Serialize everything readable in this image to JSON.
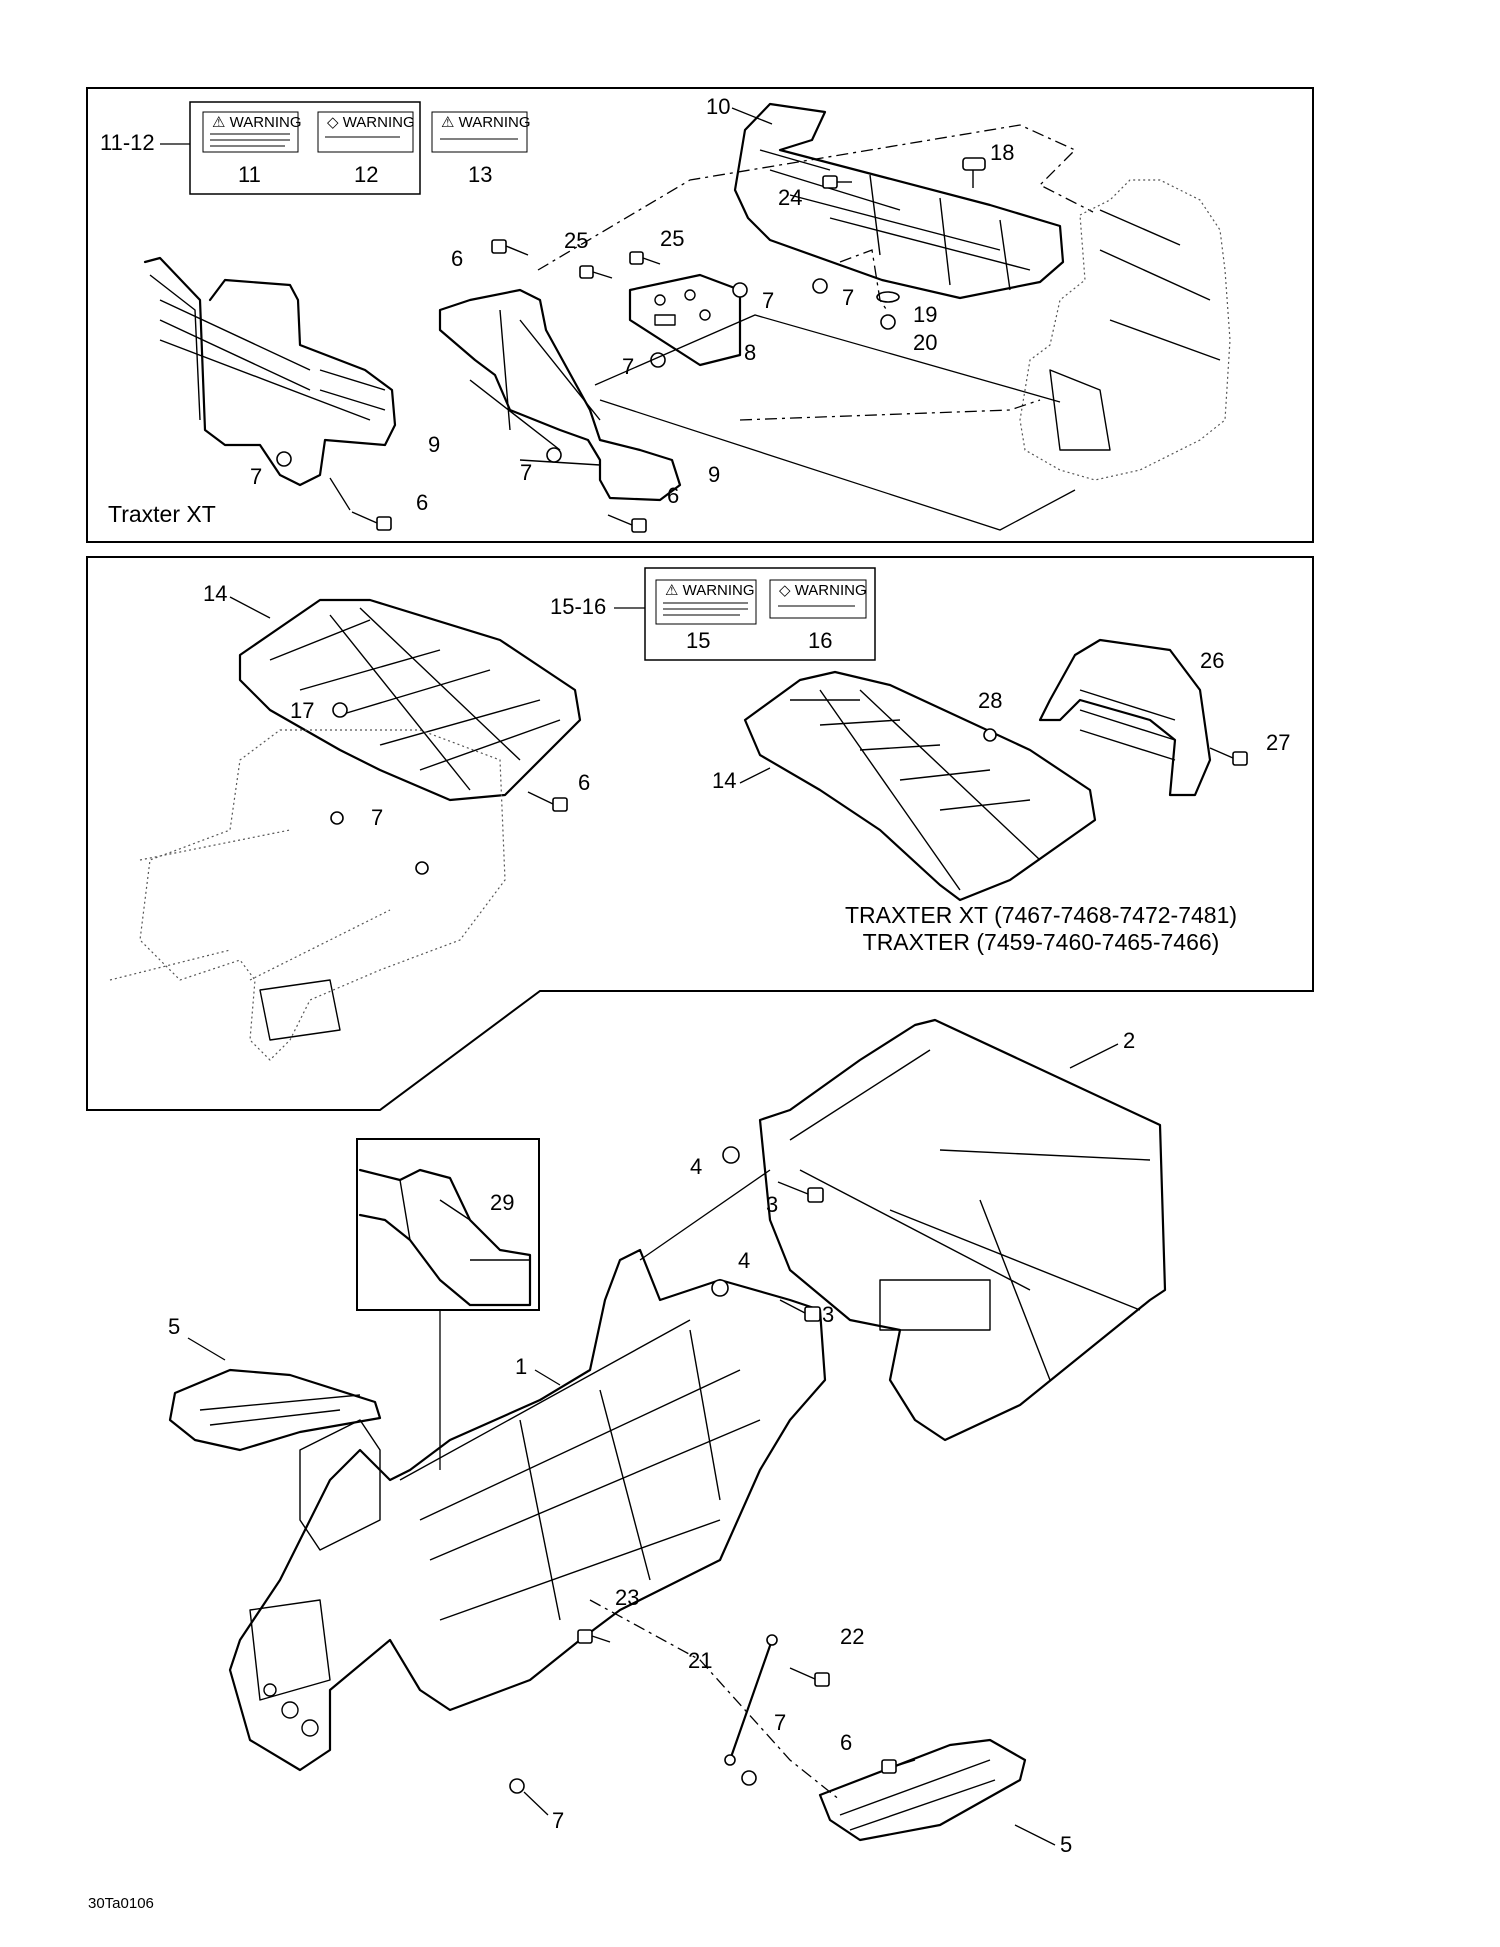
{
  "panels": {
    "top": {
      "caption": "Traxter XT",
      "callouts": {
        "c1112": "11-12",
        "c11": "11",
        "c12": "12",
        "c13": "13",
        "c10": "10",
        "c18": "18",
        "c24": "24",
        "c7a": "7",
        "c19": "19",
        "c20": "20",
        "c6a": "6",
        "c25a": "25",
        "c25b": "25",
        "c7b": "7",
        "c8": "8",
        "c7c": "7",
        "c9a": "9",
        "c9b": "9",
        "c7d": "7",
        "c7e": "7",
        "c6b": "6",
        "c6c": "6"
      },
      "warning_labels": {
        "l11": "⚠ WARNING",
        "l12": "◇ WARNING",
        "l13": "⚠ WARNING"
      }
    },
    "middle": {
      "caption_line1": "TRAXTER XT (7467-7468-7472-7481)",
      "caption_line2": "TRAXTER (7459-7460-7465-7466)",
      "callouts": {
        "c14a": "14",
        "c1516": "15-16",
        "c15": "15",
        "c16": "16",
        "c17": "17",
        "c6": "6",
        "c7": "7",
        "c26": "26",
        "c28": "28",
        "c27": "27",
        "c14b": "14"
      },
      "warning_labels": {
        "l15": "⚠ WARNING",
        "l16": "◇ WARNING"
      }
    },
    "bottom": {
      "callouts": {
        "c2": "2",
        "c29": "29",
        "c4a": "4",
        "c3a": "3",
        "c4b": "4",
        "c3b": "3",
        "c5a": "5",
        "c1": "1",
        "c23": "23",
        "c22": "22",
        "c21": "21",
        "c7a": "7",
        "c6": "6",
        "c7b": "7",
        "c5b": "5"
      }
    }
  },
  "figure_code": "30Ta0106"
}
